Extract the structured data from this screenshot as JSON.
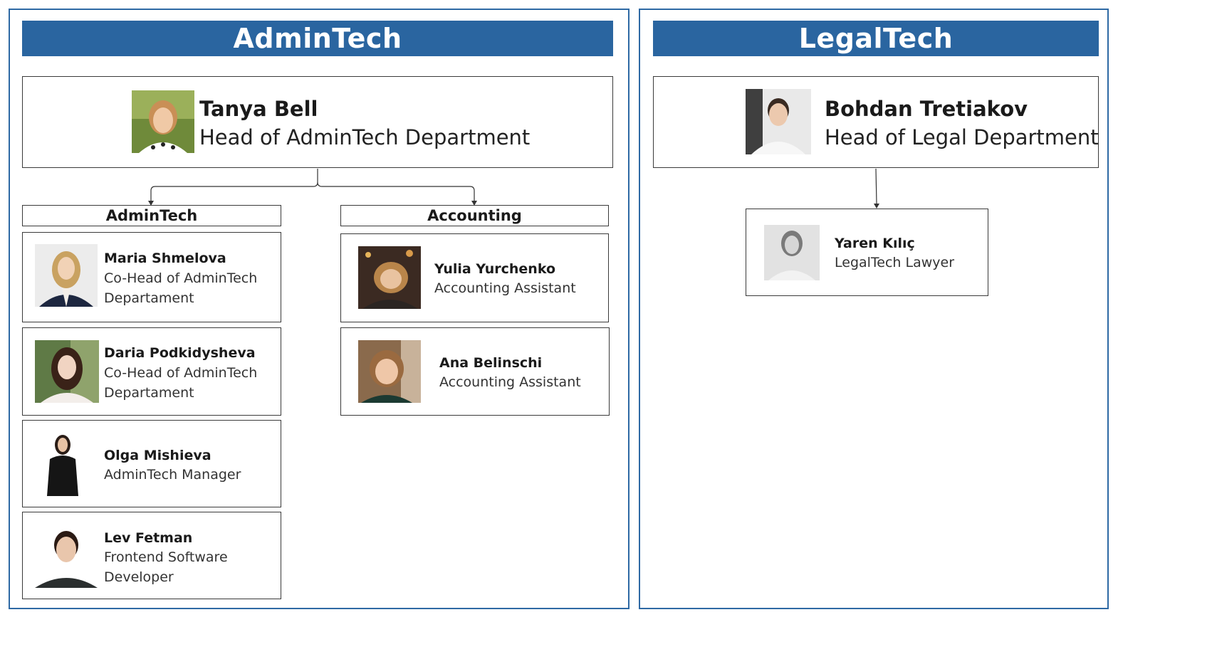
{
  "admintech_panel": {
    "banner": "AdminTech",
    "head": {
      "name": "Tanya Bell",
      "role": "Head of AdminTech Department",
      "photo": "woman-portrait-photo"
    },
    "groups": [
      {
        "title": "AdminTech",
        "members": [
          {
            "name": "Maria Shmelova",
            "role": "Co-Head of AdminTech Departament"
          },
          {
            "name": "Daria Podkidysheva",
            "role": "Co-Head of AdminTech Departament"
          },
          {
            "name": "Olga Mishieva",
            "role": "AdminTech Manager"
          },
          {
            "name": "Lev Fetman",
            "role": "Frontend Software Developer"
          }
        ]
      },
      {
        "title": "Accounting",
        "members": [
          {
            "name": "Yulia Yurchenko",
            "role": "Accounting Assistant"
          },
          {
            "name": "Ana Belinschi",
            "role": "Accounting Assistant"
          }
        ]
      }
    ]
  },
  "legaltech_panel": {
    "banner": "LegalTech",
    "head": {
      "name": "Bohdan Tretiakov",
      "role": "Head of Legal Department",
      "photo": "man-portrait-photo"
    },
    "members": [
      {
        "name": "Yaren Kılıç",
        "role": "LegalTech Lawyer"
      }
    ]
  },
  "colors": {
    "banner": "#2a65a0",
    "panel_border": "#2e69a4",
    "box_border": "#3a3a3a",
    "connector": "#333333"
  }
}
